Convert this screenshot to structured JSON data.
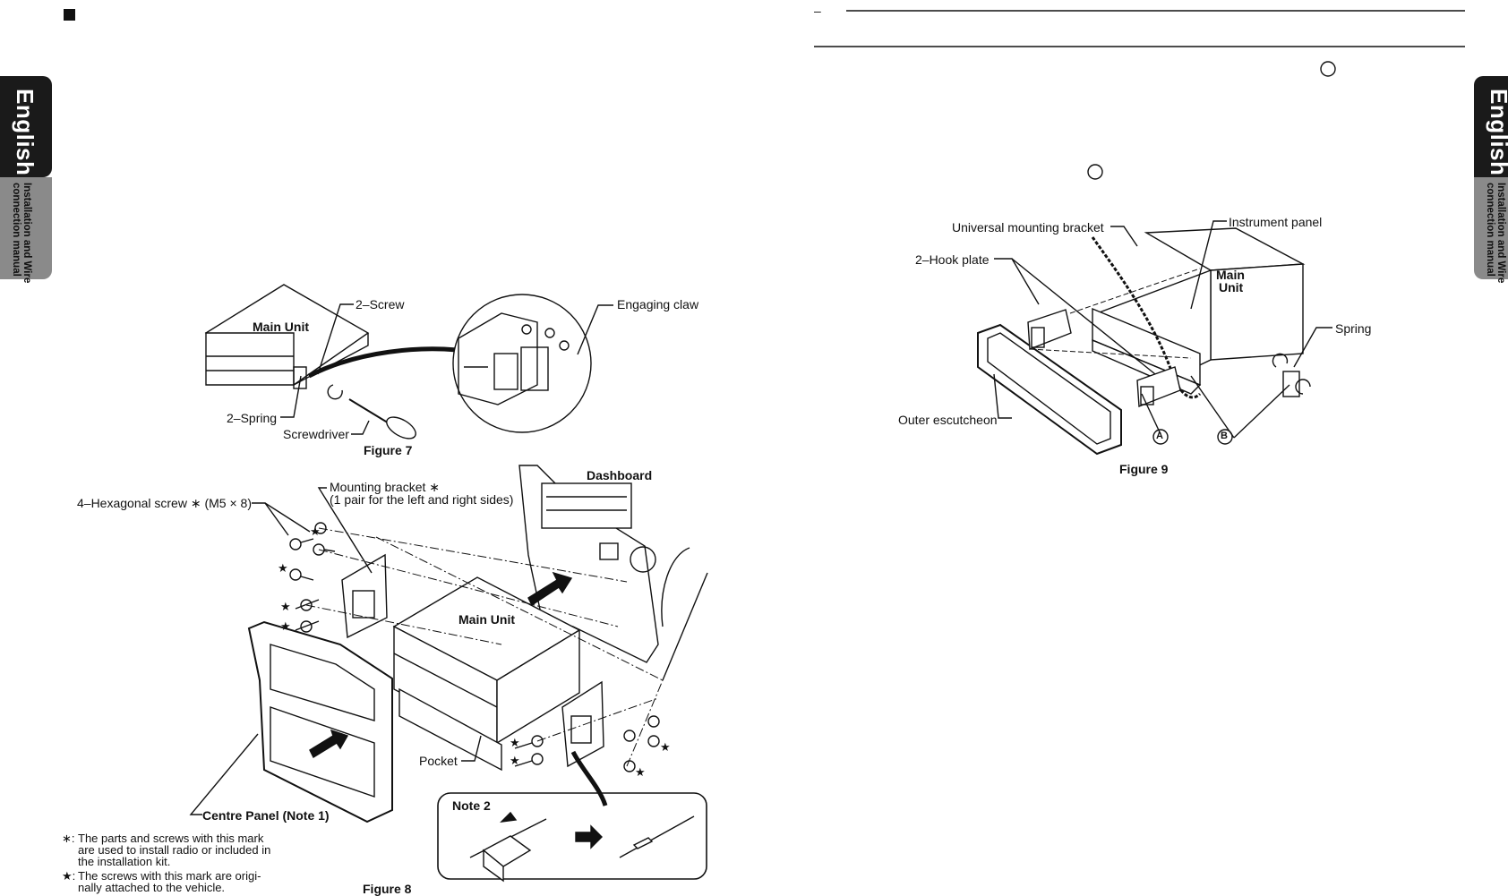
{
  "side_tabs": {
    "language": "English",
    "section_line1": "Installation and Wire",
    "section_line2": "connection manual"
  },
  "figure7": {
    "caption": "Figure 7",
    "main_unit": "Main Unit",
    "screw": "2–Screw",
    "spring": "2–Spring",
    "screwdriver": "Screwdriver",
    "engaging_claw": "Engaging claw"
  },
  "figure8": {
    "caption": "Figure 8",
    "hex_screw": "4–Hexagonal screw ∗ (M5 × 8)",
    "mounting_bracket_line1": "Mounting bracket ∗",
    "mounting_bracket_line2": "(1 pair for the left and right sides)",
    "dashboard": "Dashboard",
    "main_unit": "Main Unit",
    "pocket": "Pocket",
    "centre_panel": "Centre Panel (Note 1)",
    "note2": "Note 2",
    "star": "★"
  },
  "footnotes": {
    "asterisk_mark": "∗:",
    "asterisk_line1": "The parts and screws with this mark",
    "asterisk_line2": "are used to install radio or included in",
    "asterisk_line3": "the installation kit.",
    "star_mark": "★:",
    "star_line1": "The screws with this mark are origi-",
    "star_line2": "nally attached to the vehicle."
  },
  "figure9": {
    "caption": "Figure 9",
    "universal_bracket": "Universal mounting bracket",
    "instrument_panel": "Instrument panel",
    "hook_plate": "2–Hook plate",
    "main_unit_line1": "Main",
    "main_unit_line2": "Unit",
    "spring": "Spring",
    "outer_escutcheon": "Outer escutcheon",
    "marker_a": "A",
    "marker_b": "B"
  },
  "header": {
    "right_dash": "–"
  }
}
